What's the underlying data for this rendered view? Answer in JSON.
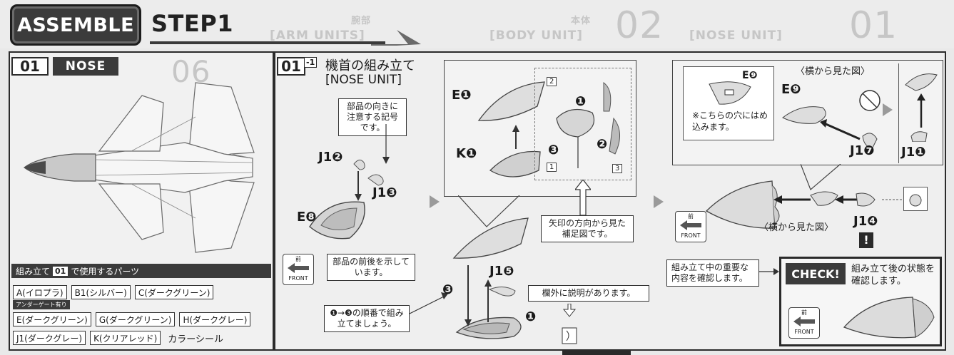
{
  "header": {
    "badge": "ASSEMBLE",
    "step": "STEP1",
    "ghost_labels": [
      "[ARM UNITS]",
      "[BODY UNIT]",
      "[NOSE UNIT]"
    ],
    "ghost_jp": [
      "腕部",
      "本体"
    ],
    "ghost_nums": [
      "02",
      "01"
    ]
  },
  "left": {
    "num": "01",
    "tag": "NOSE",
    "ghost_num": "06",
    "parts_title": "組み立て",
    "parts_title_num": "01",
    "parts_title_tail": "で使用するパーツ",
    "parts": [
      [
        "A(イロプラ)",
        "B1(シルバー)",
        "C(ダークグリーン)"
      ],
      [
        "E(ダークグリーン)",
        "G(ダークグリーン)",
        "H(ダークグレー)"
      ],
      [
        "J1(ダークグレー)",
        "K(クリアレッド)"
      ]
    ],
    "under_gate": "アンダーゲート有り",
    "color_seal": "カラーシール"
  },
  "right": {
    "num": "01",
    "num_sub": "-1",
    "title_jp": "機首の組み立て",
    "title_en": "[NOSE UNIT]",
    "notes": {
      "orientation": "部品の向きに注意する記号です。",
      "front_back": "部品の前後を示しています。",
      "order": "❶→❸の順番で組み立てましょう。",
      "arrow_view": "矢印の方向から見た補足図です。",
      "margin_note": "欄外に説明があります。",
      "important": "組み立て中の重要な内容を確認します。",
      "hole": "※こちらの穴にはめ込みます。"
    },
    "labels": {
      "j12": "J1❷",
      "j13": "J1❸",
      "e8": "E❽",
      "e1": "E❶",
      "k1": "K❶",
      "j15": "J1❺",
      "e9a": "E❾",
      "e9b": "E❾",
      "j17": "J1❼",
      "j11": "J1❶",
      "j14": "J1❹",
      "side_view_a": "〈横から見た図〉",
      "side_view_b": "〈横から見た図〉"
    },
    "steps": [
      "❶",
      "❷",
      "❸"
    ],
    "small_nums": [
      "2",
      "1",
      "3"
    ],
    "front_jp": "前",
    "front_en": "FRONT",
    "check": "CHECK!",
    "check_text": "組み立て後の状態を確認します。",
    "exclaim": "!"
  }
}
